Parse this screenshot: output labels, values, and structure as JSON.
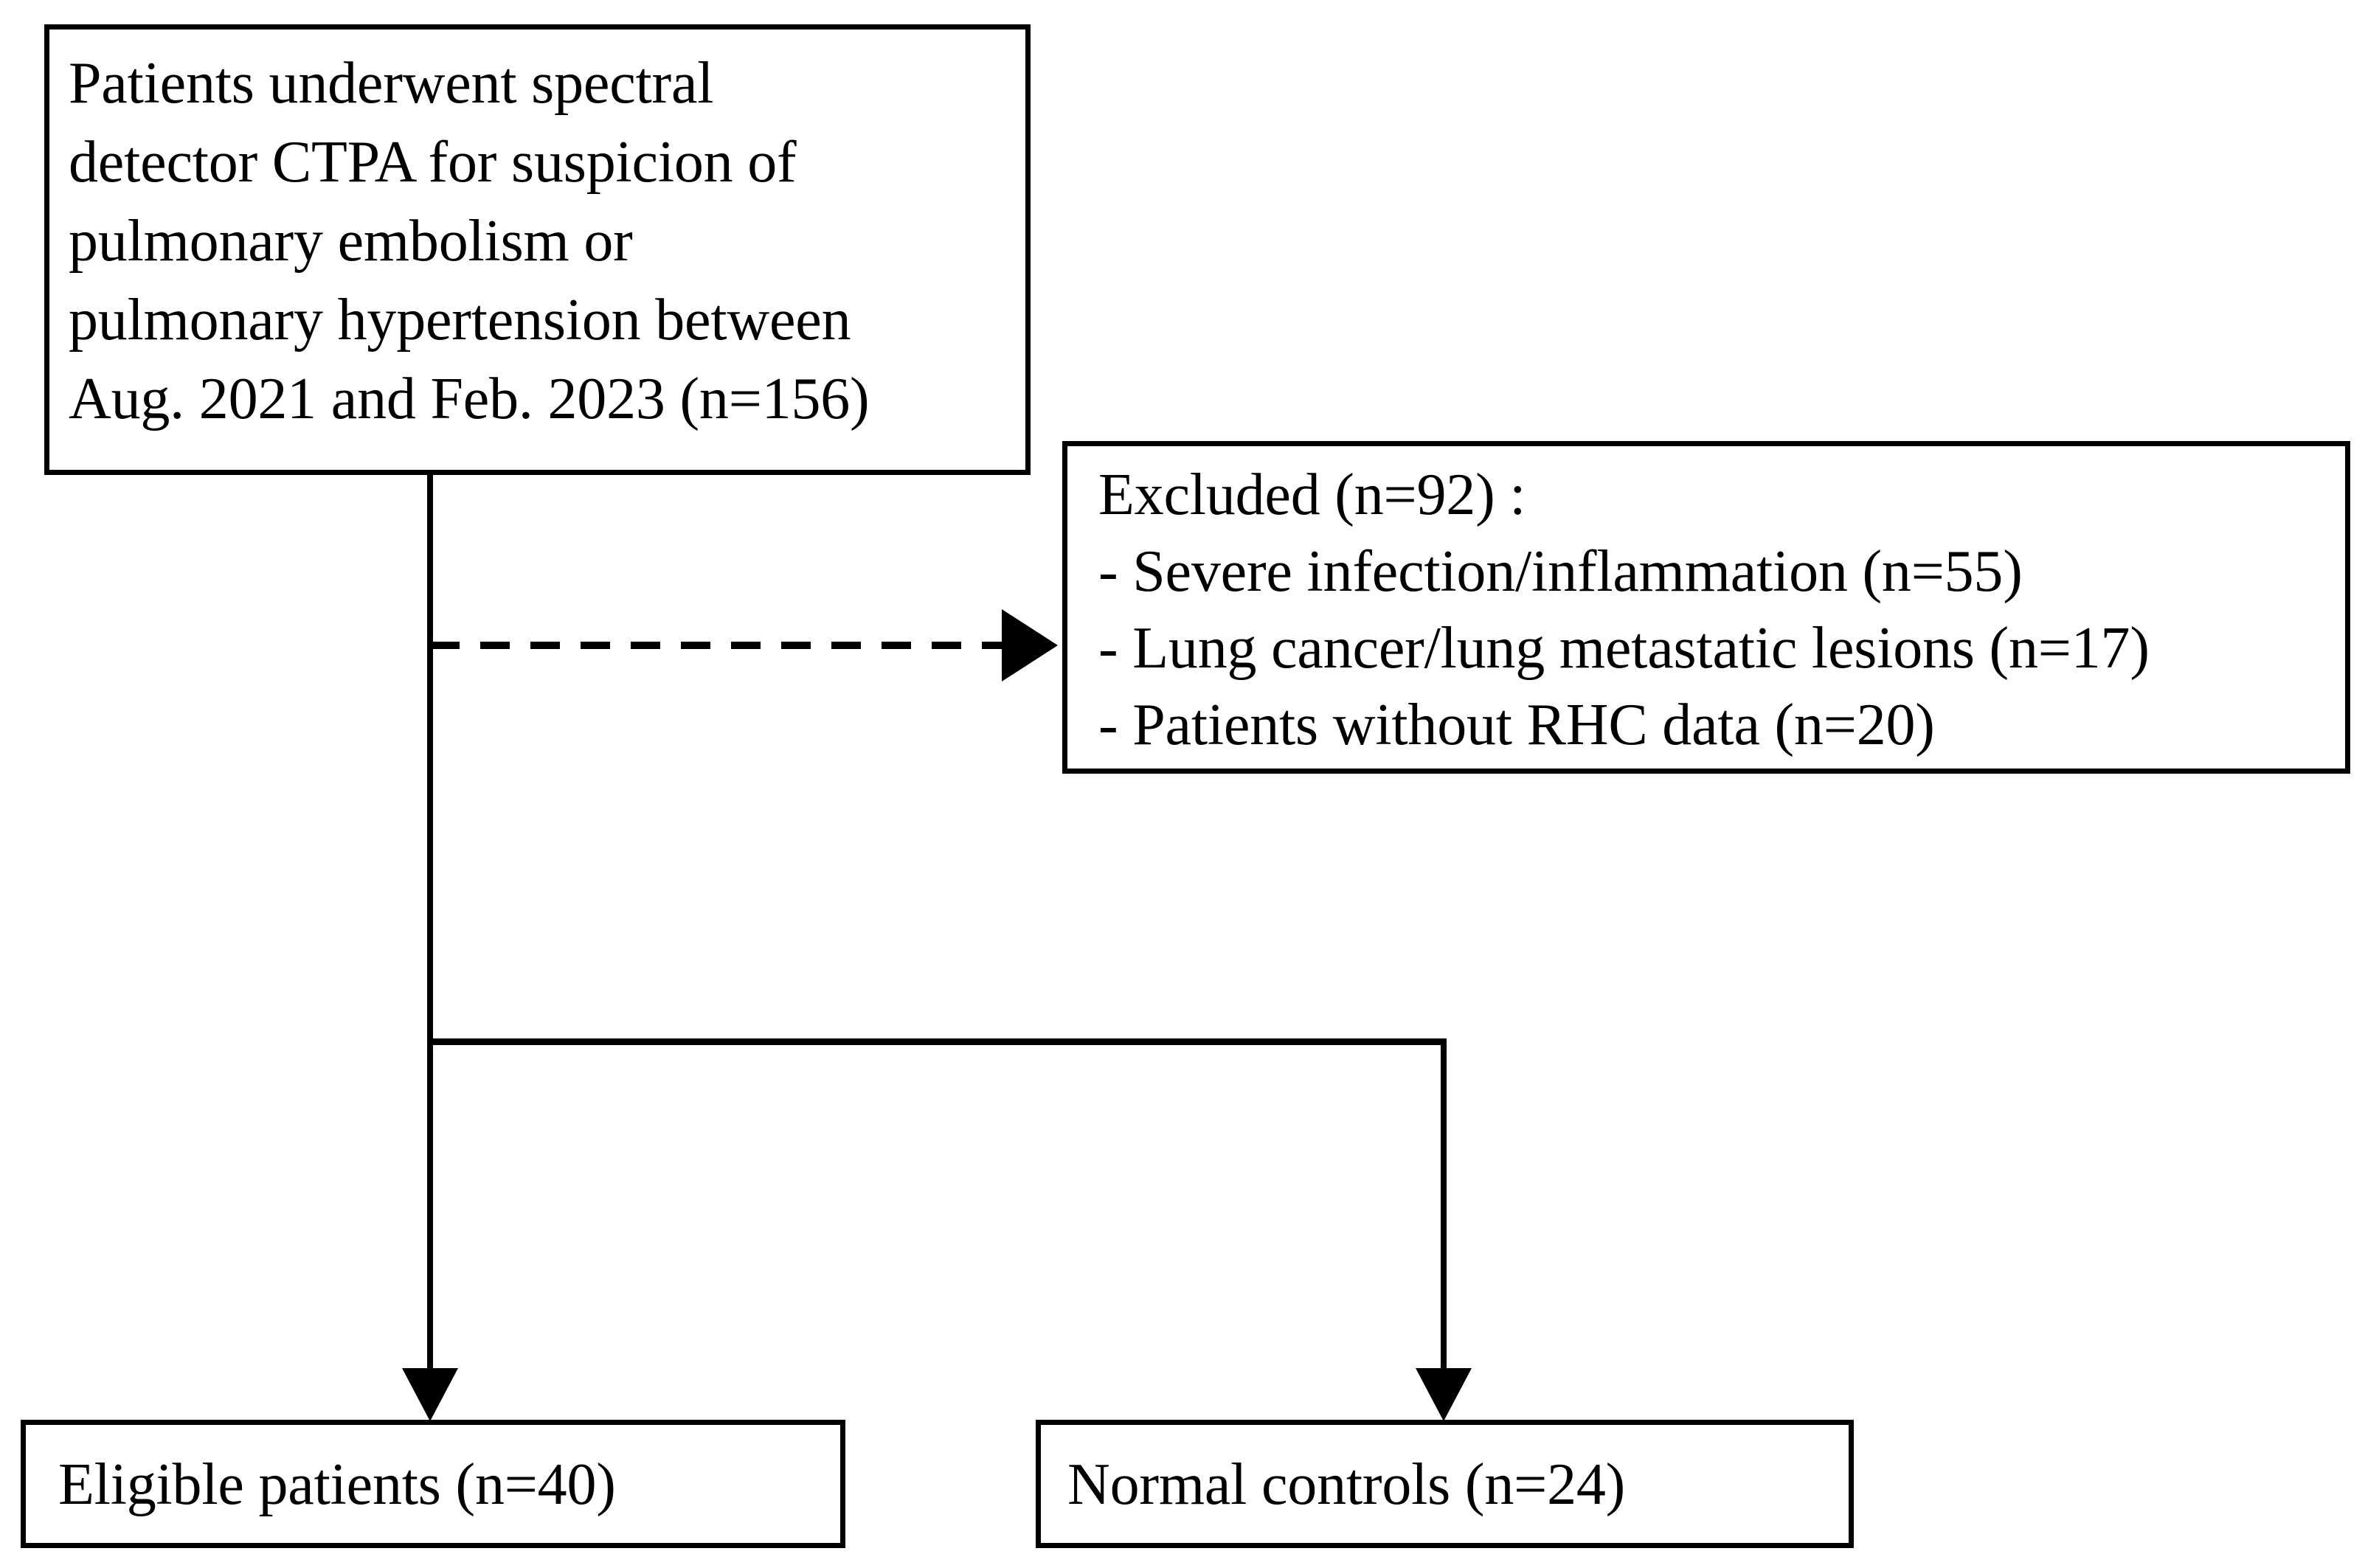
{
  "figure": {
    "type": "study-flow-diagram",
    "colors": {
      "stroke": "#000000",
      "background": "#ffffff",
      "text": "#000000"
    }
  },
  "nodes": {
    "screened": {
      "text": "Patients underwent spectral\ndetector CTPA for suspicion of\npulmonary embolism or\npulmonary hypertension between\nAug. 2021 and Feb. 2023 (n=156)",
      "lines": [
        "Patients underwent spectral",
        "detector CTPA for suspicion of",
        "pulmonary embolism or",
        "pulmonary hypertension between",
        "Aug. 2021 and Feb. 2023 (n=156)"
      ],
      "count": 156
    },
    "excluded": {
      "text": "Excluded (n=92) :\n- Severe infection/inflammation (n=55)\n- Lung cancer/lung metastatic lesions (n=17)\n- Patients without RHC data (n=20)",
      "heading": "Excluded (n=92) :",
      "count": 92,
      "reasons": [
        {
          "label": "- Severe infection/inflammation (n=55)",
          "count": 55
        },
        {
          "label": "- Lung cancer/lung metastatic lesions (n=17)",
          "count": 17
        },
        {
          "label": "- Patients without RHC data (n=20)",
          "count": 20
        }
      ]
    },
    "eligible": {
      "text": "Eligible patients (n=40)",
      "count": 40
    },
    "controls": {
      "text": "Normal controls (n=24)",
      "count": 24
    }
  },
  "connectors": {
    "trunk": {
      "style": "solid",
      "orientation": "vertical"
    },
    "exclusion_link": {
      "style": "dashed",
      "orientation": "horizontal",
      "arrowhead": "right"
    },
    "split_bar": {
      "style": "solid",
      "orientation": "horizontal"
    },
    "branch_left": {
      "style": "solid",
      "orientation": "vertical",
      "arrowhead": "down"
    },
    "branch_right": {
      "style": "solid",
      "orientation": "vertical",
      "arrowhead": "down"
    }
  }
}
